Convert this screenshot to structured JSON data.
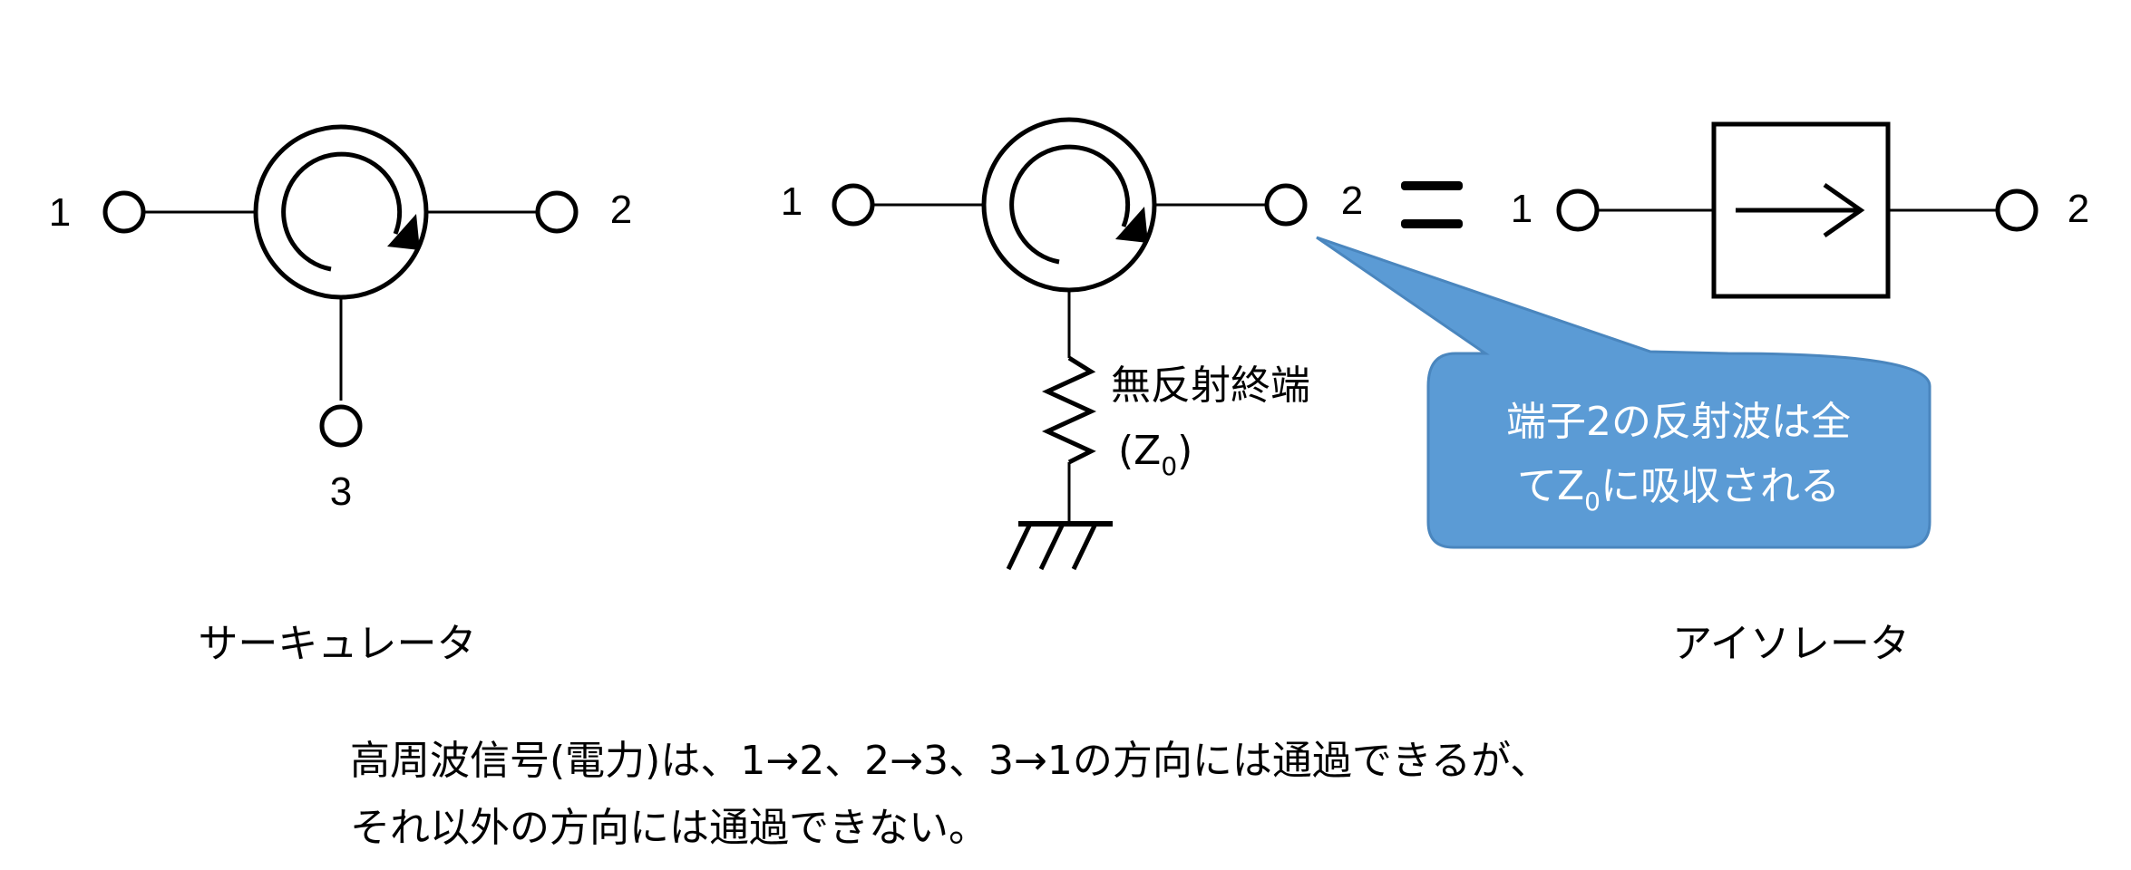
{
  "circulator": {
    "ports": [
      "1",
      "2",
      "3"
    ],
    "caption": "サーキュレータ"
  },
  "terminated_circulator": {
    "ports": [
      "1",
      "2"
    ],
    "termination_label": "無反射終端",
    "impedance_open": "(Z",
    "impedance_sub": "0",
    "impedance_close": ")"
  },
  "equivalence_symbol": "=",
  "callout": {
    "line1": "端子2の反射波は全",
    "line2_pre": "てZ",
    "line2_sub": "0",
    "line2_post": "に吸収される",
    "color": "#5b9bd5",
    "border_color": "#4a86be"
  },
  "isolator": {
    "ports": [
      "1",
      "2"
    ],
    "caption": "アイソレータ"
  },
  "description": {
    "line1": "高周波信号(電力)は、1→2、2→3、3→1の方向には通過できるが、",
    "line2": "それ以外の方向には通過できない。"
  }
}
